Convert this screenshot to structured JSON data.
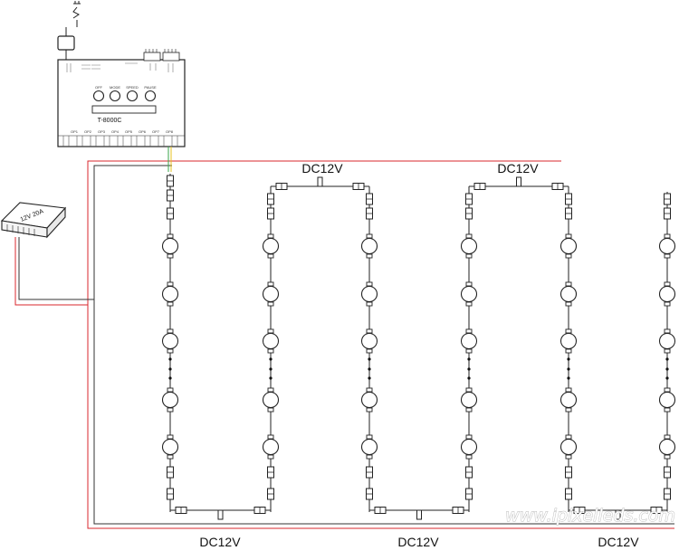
{
  "controller": {
    "model": "T-8000C",
    "buttons": [
      "OFF",
      "MODE",
      "SPEED",
      "PAUSE"
    ],
    "port_labels": [
      "OP1",
      "OP2",
      "OP3",
      "OP4",
      "OP5",
      "OP6",
      "OP7",
      "OP8"
    ]
  },
  "power_supply": {
    "label": "12V 20A"
  },
  "injection_labels": {
    "top_1": "DC12V",
    "top_2": "DC12V",
    "bottom_1": "DC12V",
    "bottom_2": "DC12V",
    "bottom_3": "DC12V"
  },
  "watermark": "www.ipixelleds.com",
  "colors": {
    "positive_wire": "#d9272e",
    "negative_wire": "#333333",
    "data_wire_green": "#3aa64a",
    "data_wire_yellow": "#e4c21f",
    "outline": "#222222"
  },
  "icons": {
    "mains": "mains-plug-icon",
    "adapter": "power-adapter-icon",
    "pixel": "pixel-bulb-icon",
    "connector": "waterproof-connector-icon",
    "tee": "t-connector-icon"
  }
}
